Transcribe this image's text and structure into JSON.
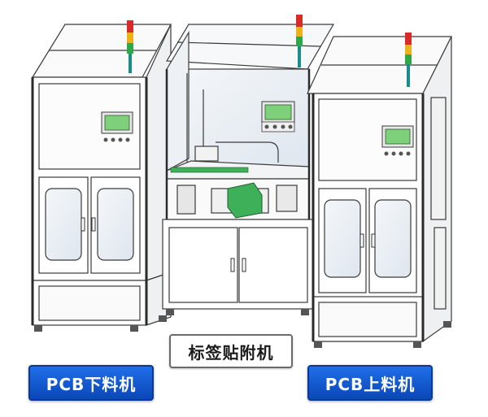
{
  "labels": {
    "left_machine": "PCB下料机",
    "center_machine": "标签贴附机",
    "right_machine": "PCB上料机"
  },
  "colors": {
    "label_blue": "#1660dc",
    "frame_stroke": "#3a3a3a",
    "hmi_screen": "#7fd07a",
    "signal_red": "#d92a2a",
    "signal_yellow": "#e9b31a",
    "signal_green": "#2fa84a",
    "teal_post": "#1b8c8c"
  },
  "icons": [
    "signal-tower-icon",
    "hmi-panel-icon",
    "door-handle-icon",
    "leveling-foot-icon"
  ]
}
